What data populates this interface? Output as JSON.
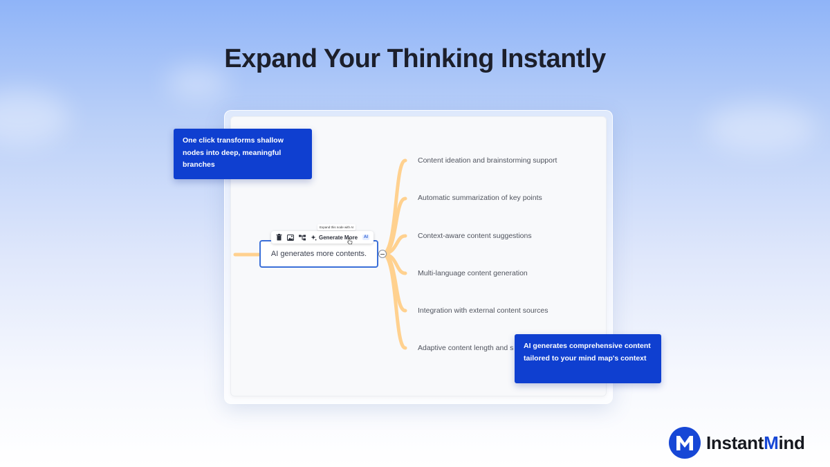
{
  "headline": "Expand Your Thinking Instantly",
  "mindmap": {
    "node_text": "AI generates more contents.",
    "toolbar": {
      "tooltip": "Expand this node with AI",
      "generate_label": "Generate More",
      "ai_badge": "AI",
      "icons": [
        "trash-icon",
        "image-icon",
        "branch-icon",
        "sparkle-icon"
      ]
    },
    "children": [
      "Content ideation and brainstorming support",
      "Automatic summarization of key points",
      "Context-aware content suggestions",
      "Multi-language content generation",
      "Integration with external content sources",
      "Adaptive content length and s"
    ],
    "branch_color": "#ffd18f",
    "node_border_color": "#3a6fd8"
  },
  "callouts": {
    "left": "One click transforms shallow nodes into deep, meaningful branches",
    "right": "AI generates comprehensive content tailored to your mind map's context"
  },
  "brand": {
    "mark_letter": "M",
    "name_part1": "Instant",
    "name_highlight": "M",
    "name_part2": "ind",
    "color": "#1747d6"
  }
}
